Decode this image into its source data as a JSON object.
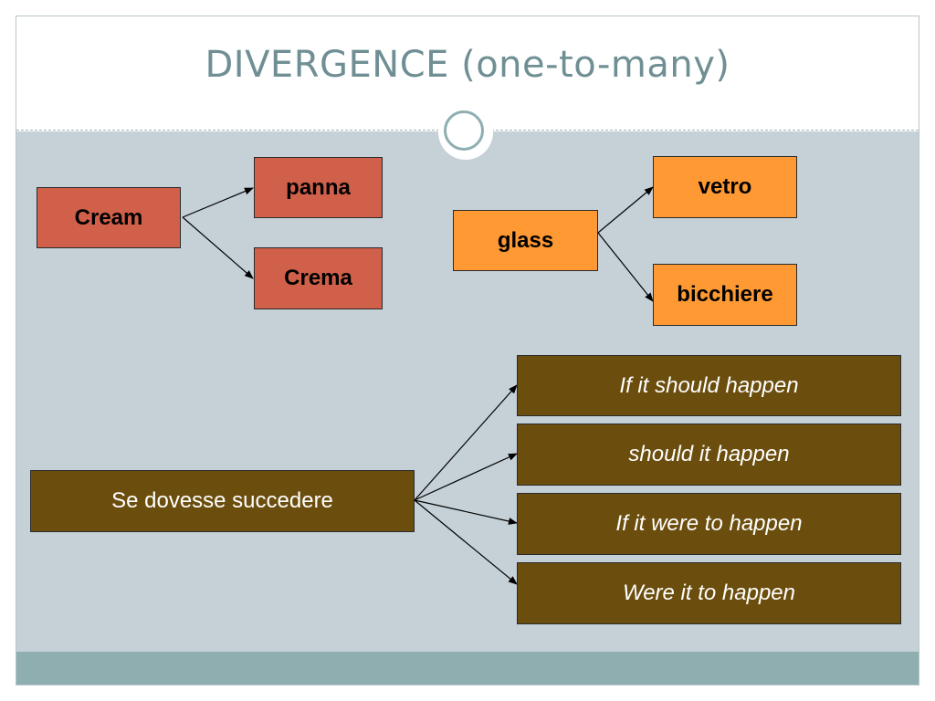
{
  "title": "DIVERGENCE (one-to-many)",
  "diagram": {
    "cream": {
      "source": "Cream",
      "targets": [
        "panna",
        "Crema"
      ]
    },
    "glass": {
      "source": "glass",
      "targets": [
        "vetro",
        "bicchiere"
      ]
    },
    "succedere": {
      "source": "Se dovesse succedere",
      "targets": [
        "If it should happen",
        "should it happen",
        "If it were to happen",
        "Were it to happen"
      ]
    }
  },
  "colors": {
    "title": "#6f8f94",
    "panel_background": "#c5d0d7",
    "footer_bar": "#8eaeb0",
    "red_box": "#d0604a",
    "orange_box": "#ff9933",
    "brown_box": "#6b4e0d"
  }
}
